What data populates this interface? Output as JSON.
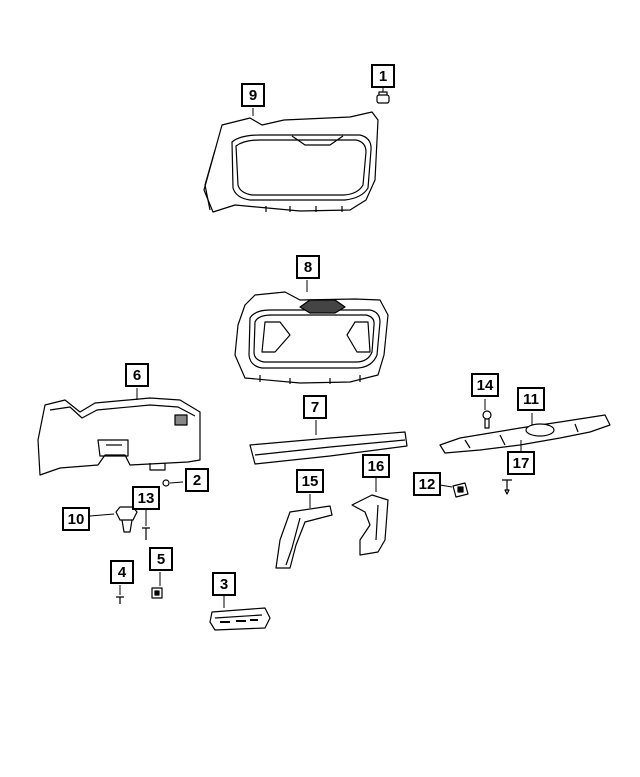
{
  "callouts": [
    {
      "number": "1"
    },
    {
      "number": "2"
    },
    {
      "number": "3"
    },
    {
      "number": "4"
    },
    {
      "number": "5"
    },
    {
      "number": "6"
    },
    {
      "number": "7"
    },
    {
      "number": "8"
    },
    {
      "number": "9"
    },
    {
      "number": "10"
    },
    {
      "number": "11"
    },
    {
      "number": "12"
    },
    {
      "number": "13"
    },
    {
      "number": "14"
    },
    {
      "number": "15"
    },
    {
      "number": "16"
    },
    {
      "number": "17"
    }
  ]
}
